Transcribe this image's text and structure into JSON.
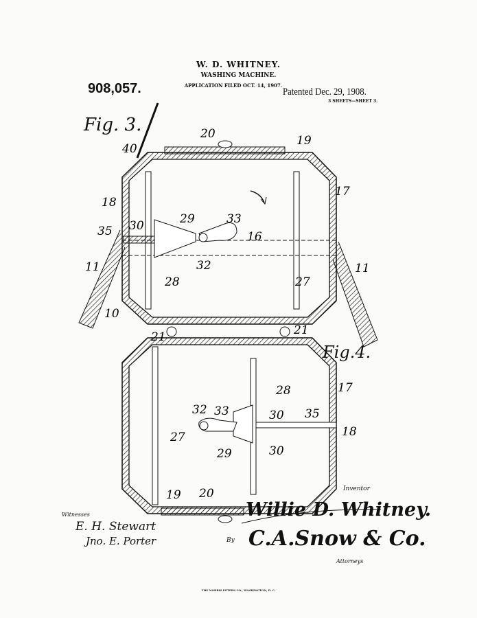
{
  "header": {
    "inventor_name": "W. D. WHITNEY.",
    "title": "WASHING MACHINE.",
    "application": "APPLICATION FILED OCT. 14, 1907.",
    "patent_number": "908,057.",
    "patented": "Patented Dec. 29, 1908.",
    "sheets": "3 SHEETS—SHEET 3."
  },
  "figures": {
    "fig3": "Fig. 3.",
    "fig4": "Fig.4."
  },
  "fig3_labels": [
    "20",
    "19",
    "40",
    "17",
    "18",
    "29",
    "33",
    "16",
    "30",
    "35",
    "32",
    "11",
    "28",
    "27",
    "11",
    "10",
    "21",
    "21"
  ],
  "fig4_labels": [
    "28",
    "17",
    "32",
    "33",
    "30",
    "35",
    "18",
    "27",
    "29",
    "30",
    "19",
    "20"
  ],
  "signatures": {
    "inventor_label": "Inventor",
    "inventor": "Willie D. Whitney.",
    "witnesses_label": "Witnesses",
    "witness_1": "E. H. Stewart",
    "witness_2": "Jno. E. Porter",
    "by": "By",
    "attorney": "C.A.Snow & Co.",
    "attorneys_label": "Attorneys"
  },
  "printer": "THE NORRIS PETERS CO., WASHINGTON, D. C."
}
